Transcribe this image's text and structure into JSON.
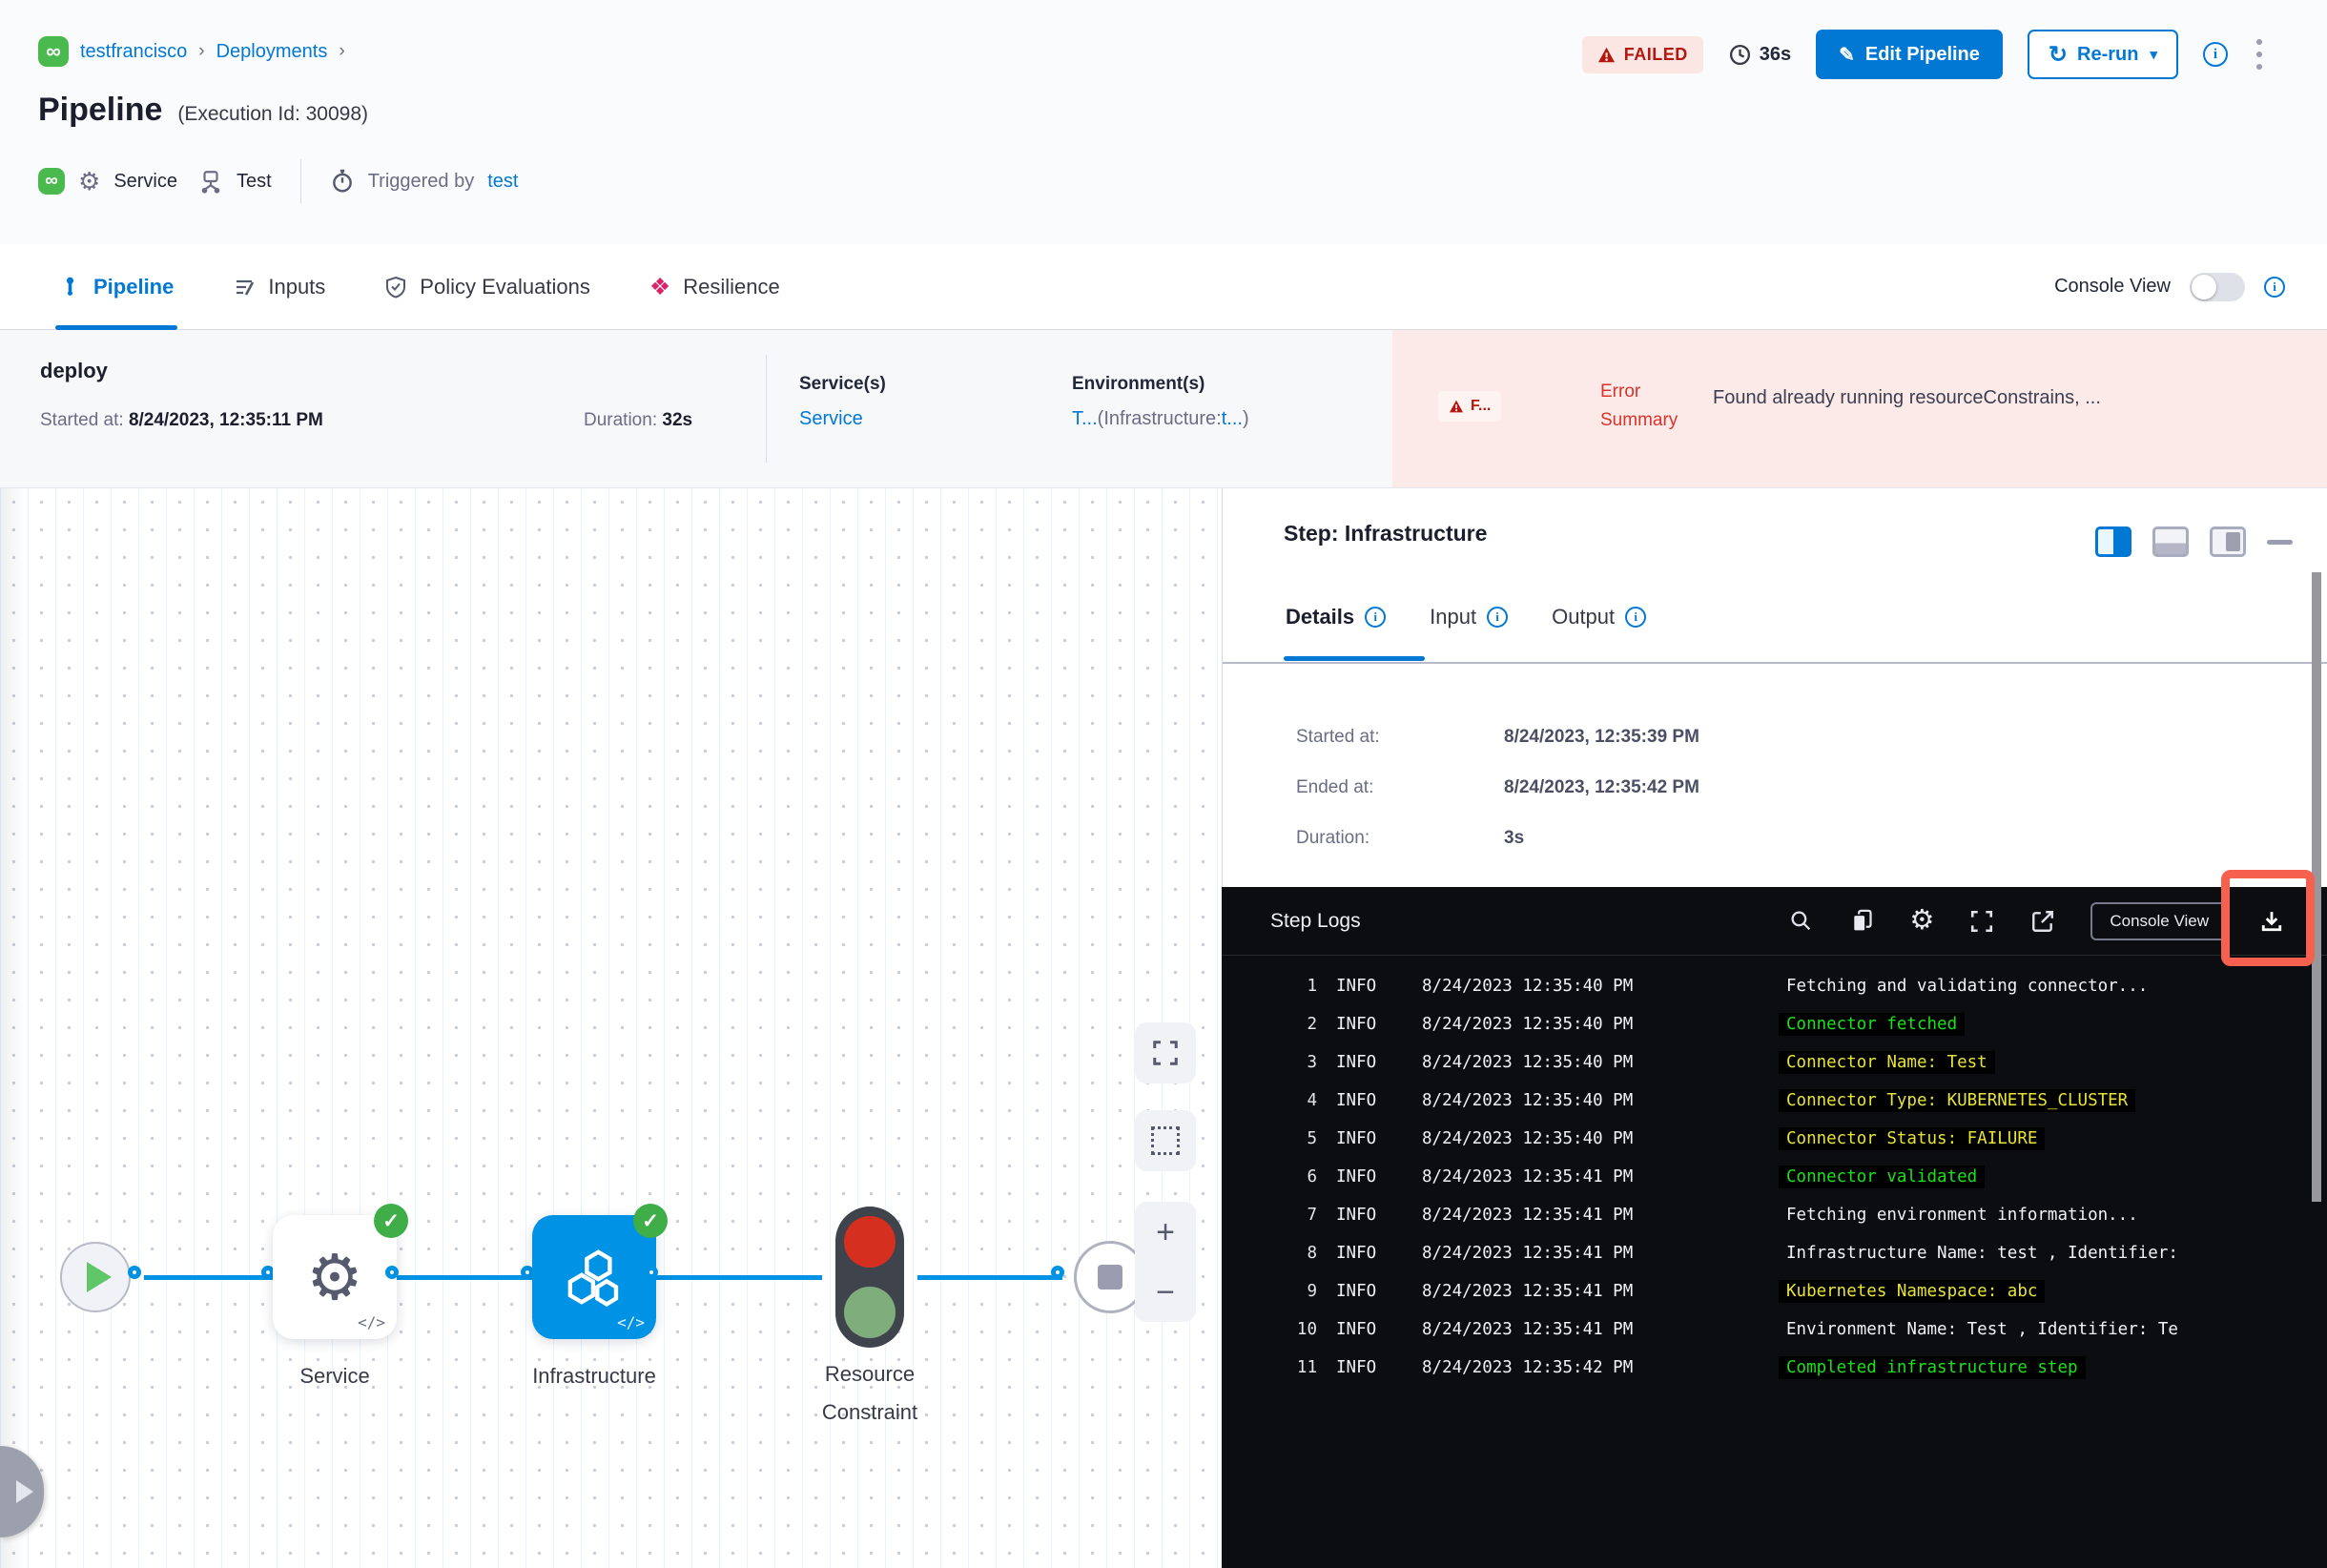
{
  "colors": {
    "primary_blue": "#0278d5",
    "node_blue": "#0092e4",
    "success_green": "#42ab45",
    "log_green": "#19e219",
    "log_yellow": "#e8e434",
    "error_red": "#b41710",
    "annotation_red": "#f6604f"
  },
  "icons": {
    "infinity": "∞",
    "gear": "⚙",
    "pencil": "✎",
    "refresh": "↻",
    "caret": "▾",
    "resilience": "❖",
    "check": "✓",
    "plus": "+",
    "minus": "−"
  },
  "header": {
    "breadcrumb": {
      "items": [
        "testfrancisco",
        "Deployments"
      ],
      "separator": "›"
    },
    "status": "FAILED",
    "elapsed": "36s",
    "edit_button": "Edit Pipeline",
    "rerun_button": "Re-run",
    "title": "Pipeline",
    "execution_id": "(Execution Id: 30098)",
    "service_label": "Service",
    "environment_label": "Test",
    "triggered_prefix": "Triggered by",
    "triggered_by": "test"
  },
  "tabs": {
    "pipeline": "Pipeline",
    "inputs": "Inputs",
    "policy": "Policy Evaluations",
    "resilience": "Resilience",
    "console_view_label": "Console View"
  },
  "stage": {
    "name": "deploy",
    "started_label": "Started at: ",
    "started_value": "8/24/2023, 12:35:11 PM",
    "duration_label": "Duration: ",
    "duration_value": "32s",
    "services_label": "Service(s)",
    "service_link": "Service",
    "environments_label": "Environment(s)",
    "environment_value": {
      "part1": "T...",
      "part2": "(Infrastructure:",
      "part3": "t...",
      "part4": ")"
    },
    "failed_chip": "F...",
    "error_label_line1": "Error",
    "error_label_line2": "Summary",
    "error_message": "Found already running resourceConstrains, ..."
  },
  "graph": {
    "service_label": "Service",
    "infrastructure_label": "Infrastructure",
    "resource_constraint_line1": "Resource",
    "resource_constraint_line2": "Constraint",
    "code_tag": "</>"
  },
  "step_panel": {
    "title": "Step: Infrastructure",
    "tab_details": "Details",
    "tab_input": "Input",
    "tab_output": "Output",
    "fields": [
      {
        "label": "Started at:",
        "value": "8/24/2023, 12:35:39 PM"
      },
      {
        "label": "Ended at:",
        "value": "8/24/2023, 12:35:42 PM"
      },
      {
        "label": "Duration:",
        "value": "3s"
      }
    ]
  },
  "logs": {
    "title": "Step Logs",
    "console_view_button": "Console View",
    "rows": [
      {
        "n": "1",
        "level": "INFO",
        "ts": "8/24/2023 12:35:40 PM",
        "msg": "Fetching and validating connector...",
        "cls": "log-msg c-plain"
      },
      {
        "n": "2",
        "level": "INFO",
        "ts": "8/24/2023 12:35:40 PM",
        "msg": "Connector fetched",
        "cls": "log-msg c-green"
      },
      {
        "n": "3",
        "level": "INFO",
        "ts": "8/24/2023 12:35:40 PM",
        "msg": "Connector Name: Test",
        "cls": "log-msg c-yellow"
      },
      {
        "n": "4",
        "level": "INFO",
        "ts": "8/24/2023 12:35:40 PM",
        "msg": "Connector Type: KUBERNETES_CLUSTER",
        "cls": "log-msg c-yellow"
      },
      {
        "n": "5",
        "level": "INFO",
        "ts": "8/24/2023 12:35:40 PM",
        "msg": "Connector Status: FAILURE",
        "cls": "log-msg c-yellow"
      },
      {
        "n": "6",
        "level": "INFO",
        "ts": "8/24/2023 12:35:41 PM",
        "msg": "Connector validated",
        "cls": "log-msg c-green"
      },
      {
        "n": "7",
        "level": "INFO",
        "ts": "8/24/2023 12:35:41 PM",
        "msg": "Fetching environment information...",
        "cls": "log-msg c-plain"
      },
      {
        "n": "8",
        "level": "INFO",
        "ts": "8/24/2023 12:35:41 PM",
        "msg": "Infrastructure Name: test , Identifier:",
        "cls": "log-msg c-plain"
      },
      {
        "n": "9",
        "level": "INFO",
        "ts": "8/24/2023 12:35:41 PM",
        "msg": "Kubernetes Namespace: abc",
        "cls": "log-msg c-yellow"
      },
      {
        "n": "10",
        "level": "INFO",
        "ts": "8/24/2023 12:35:41 PM",
        "msg": "Environment Name: Test , Identifier: Te",
        "cls": "log-msg c-plain"
      },
      {
        "n": "11",
        "level": "INFO",
        "ts": "8/24/2023 12:35:42 PM",
        "msg": "Completed infrastructure step",
        "cls": "log-msg c-green"
      }
    ]
  }
}
